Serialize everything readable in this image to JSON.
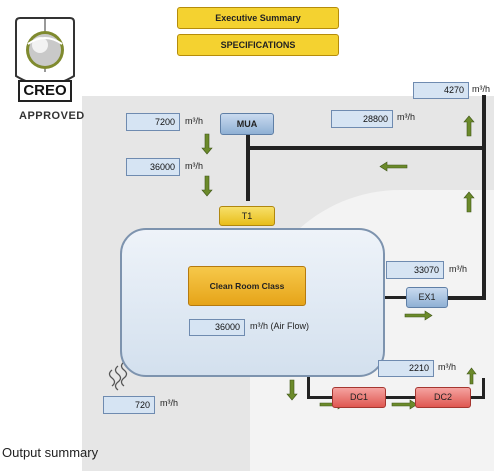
{
  "header": {
    "executive_summary": "Executive Summary",
    "specifications": "SPECIFICATIONS"
  },
  "logo": {
    "brand": "CREO",
    "approved": "APPROVED"
  },
  "nodes": {
    "mua": "MUA",
    "t1": "T1",
    "ex1": "EX1",
    "dc1": "DC1",
    "dc2": "DC2",
    "clean_room": "Clean Room Class"
  },
  "flows": {
    "mua_input": "7200",
    "supply_to_t1": "36000",
    "return_top": "28800",
    "exhaust_top": "4270",
    "ex1": "33070",
    "dc": "2210",
    "air_flow": "36000",
    "leakage": "720"
  },
  "units": {
    "m3h": "m³/h",
    "air_flow": "m³/h (Air Flow)"
  },
  "caption": "Output summary",
  "colors": {
    "button": "#f4d230",
    "value_box": "#d6e4f3",
    "arrow": "#6b8a2a",
    "pipe": "#222222",
    "dc_nodes": "#df5751",
    "clean_room_class": "#e6a419"
  }
}
